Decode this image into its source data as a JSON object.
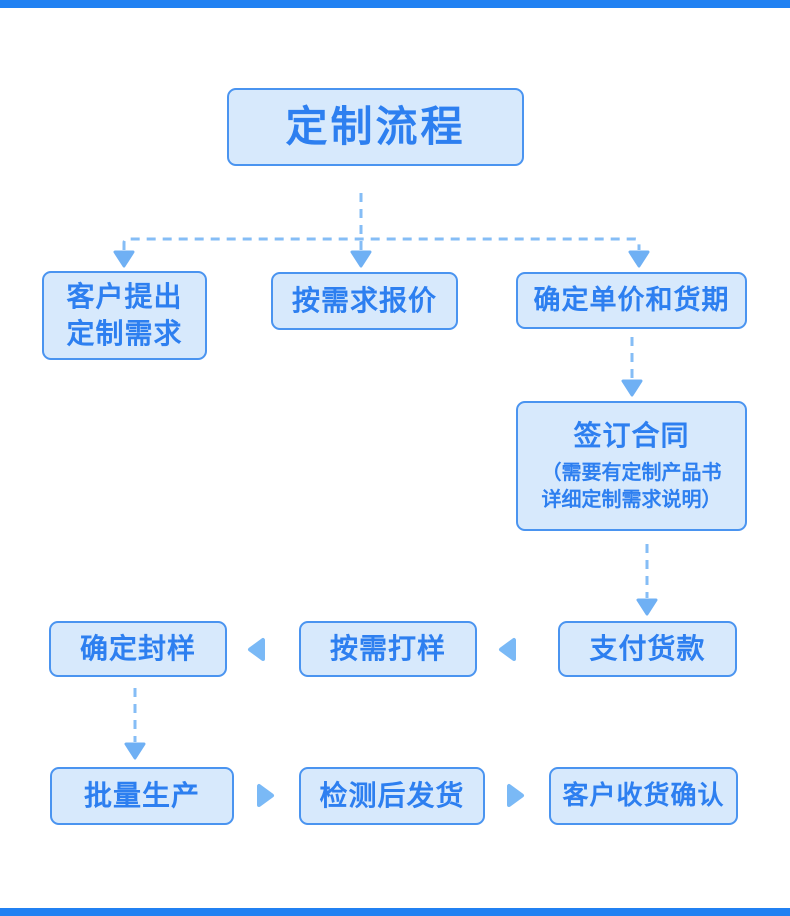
{
  "colors": {
    "bar_blue": "#2181f2",
    "box_fill": "#d7e9fc",
    "box_border": "#4a94f0",
    "text_blue": "#2d7ff0",
    "dash_blue": "#85bdf6",
    "arrowhead_blue": "#6fb0f4",
    "side_triangle_blue": "#7ab9f6"
  },
  "title": {
    "label": "定制流程"
  },
  "steps": {
    "customer_request": {
      "line1": "客户提出",
      "line2": "定制需求"
    },
    "quote": {
      "label": "按需求报价"
    },
    "price_delivery": {
      "label": "确定单价和货期"
    },
    "contract": {
      "title": "签订合同",
      "note_line1": "（需要有定制产品书",
      "note_line2": "详细定制需求说明）"
    },
    "confirm_sample": {
      "label": "确定封样"
    },
    "make_sample": {
      "label": "按需打样"
    },
    "payment": {
      "label": "支付货款"
    },
    "mass_production": {
      "label": "批量生产"
    },
    "inspect_ship": {
      "label": "检测后发货"
    },
    "receipt_confirm": {
      "label": "客户收货确认"
    }
  }
}
